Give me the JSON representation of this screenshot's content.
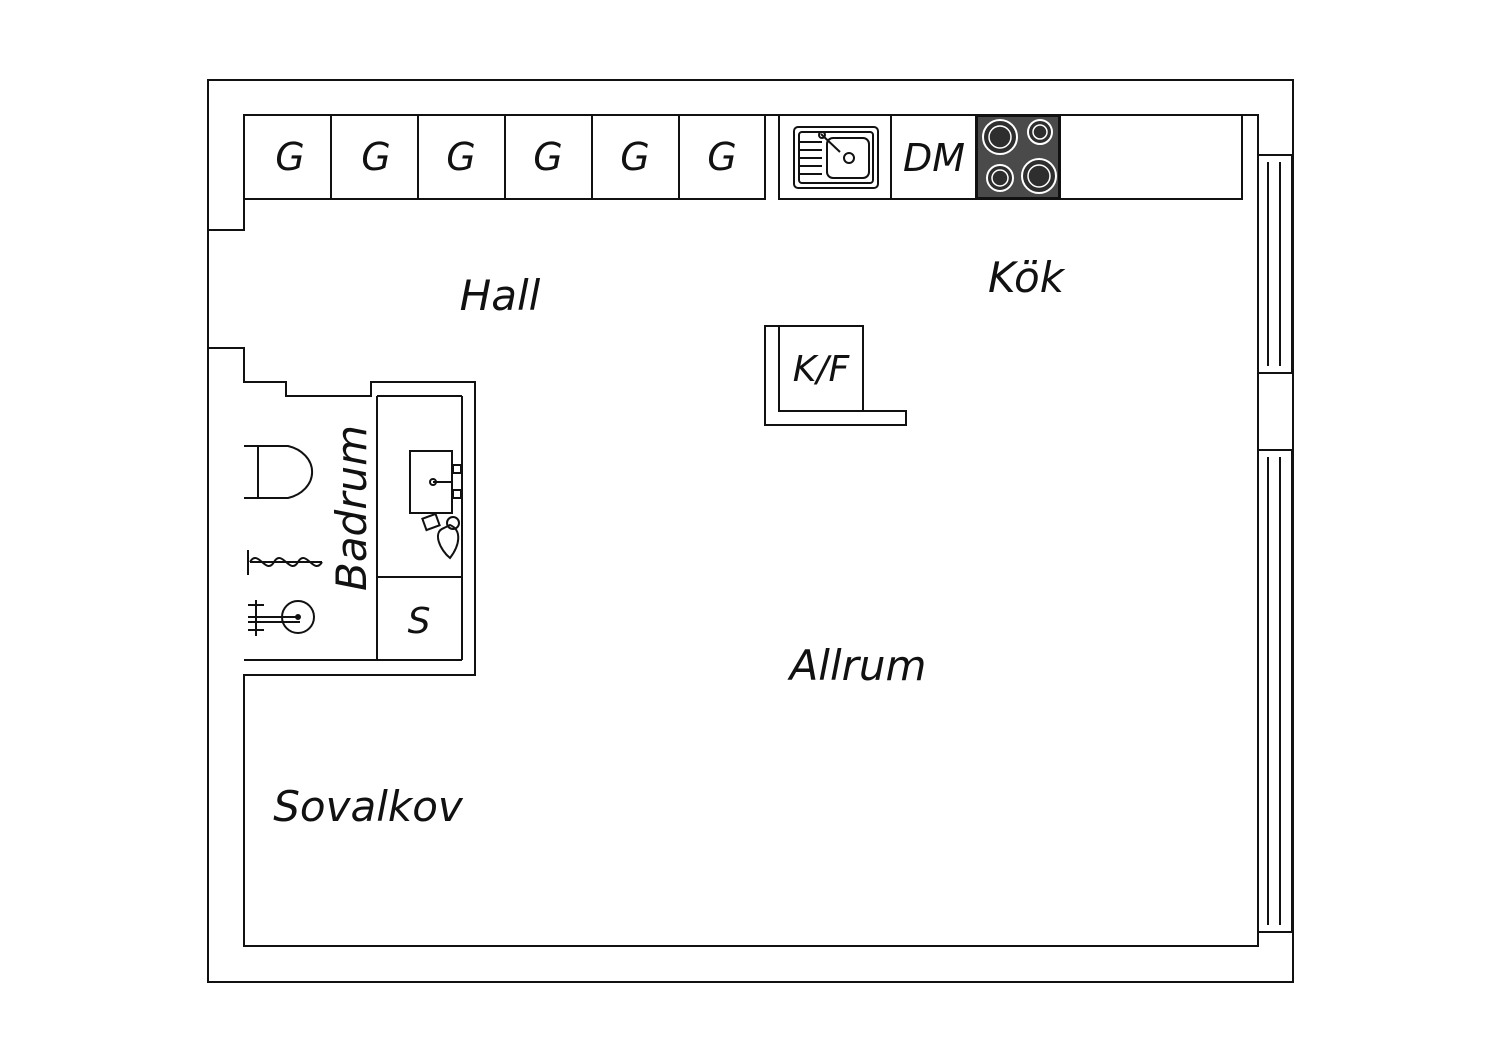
{
  "rooms": {
    "hall": "Hall",
    "kok": "Kök",
    "badrum": "Badrum",
    "allrum": "Allrum",
    "sovalkov": "Sovalkov"
  },
  "kitchen": {
    "cabinets": [
      "G",
      "G",
      "G",
      "G",
      "G",
      "G"
    ],
    "dishwasher": "DM",
    "fridge_freezer": "K/F"
  },
  "bathroom": {
    "shower_label": "S"
  },
  "colors": {
    "wall": "#ffffff",
    "line": "#111111",
    "stove": "#4a4a4a"
  }
}
